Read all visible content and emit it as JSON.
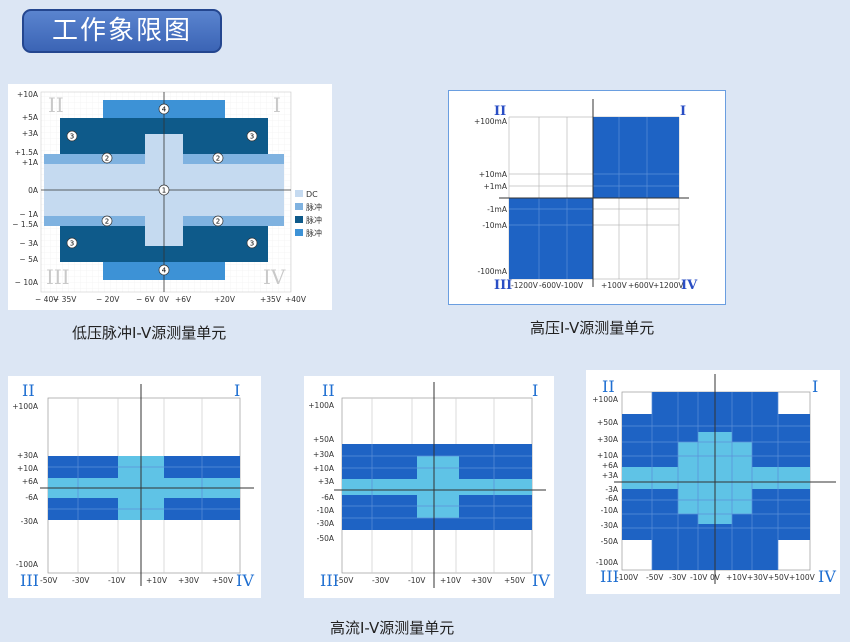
{
  "page_title": "工作象限图",
  "captions": {
    "low_pulse": "低压脉冲I-V源测量单元",
    "high_voltage": "高压I-V源测量单元",
    "high_current": "高流I-V源测量单元"
  },
  "panel_low_pulse": {
    "y_ticks": [
      "+10A",
      "+5A",
      "+3A",
      "+1.5A",
      "+1A",
      "0A",
      "− 1A",
      "− 1.5A",
      "− 3A",
      "− 5A",
      "− 10A"
    ],
    "x_ticks": [
      "− 40V",
      "− 35V",
      "− 20V",
      "− 6V",
      "0V",
      "+6V",
      "+20V",
      "+35V",
      "+40V"
    ],
    "quadrants": [
      "II",
      "I",
      "III",
      "IV"
    ],
    "markers": [
      "1",
      "2",
      "2",
      "2",
      "2",
      "3",
      "3",
      "3",
      "3",
      "4",
      "4"
    ],
    "legend": [
      {
        "label": "DC",
        "color": "#c5daf0"
      },
      {
        "label": "脉冲",
        "color": "#7fb2e0"
      },
      {
        "label": "脉冲",
        "color": "#0e5a8a"
      },
      {
        "label": "脉冲",
        "color": "#3d92d6"
      }
    ]
  },
  "panel_high_voltage": {
    "y_ticks": [
      "+100mA",
      "+10mA",
      "+1mA",
      "-1mA",
      "-10mA",
      "-100mA"
    ],
    "x_ticks": [
      "-1200V",
      "-600V",
      "-100V",
      "+100V",
      "+600V",
      "+1200V"
    ],
    "quadrants": [
      "II",
      "I",
      "III",
      "IV"
    ]
  },
  "panel_hc1": {
    "y_ticks": [
      "+100A",
      "+30A",
      "+10A",
      "+6A",
      "-6A",
      "-30A",
      "-100A"
    ],
    "x_ticks": [
      "-50V",
      "-30V",
      "-10V",
      "+10V",
      "+30V",
      "+50V"
    ],
    "quadrants": [
      "II",
      "I",
      "III",
      "IV"
    ]
  },
  "panel_hc2": {
    "y_ticks": [
      "+100A",
      "+50A",
      "+30A",
      "+10A",
      "+3A",
      "-6A",
      "-10A",
      "-30A",
      "-50A"
    ],
    "x_ticks": [
      "-50V",
      "-30V",
      "-10V",
      "+10V",
      "+30V",
      "+50V"
    ],
    "quadrants": [
      "II",
      "I",
      "III",
      "IV"
    ]
  },
  "panel_hc3": {
    "y_ticks": [
      "+100A",
      "+50A",
      "+30A",
      "+10A",
      "+6A",
      "+3A",
      "-3A",
      "-6A",
      "-10A",
      "-30A",
      "-50A",
      "-100A"
    ],
    "x_ticks": [
      "-100V",
      "-50V",
      "-30V",
      "-10V",
      "0V",
      "+10V",
      "+30V",
      "+50V",
      "+100V"
    ],
    "quadrants": [
      "II",
      "I",
      "III",
      "IV"
    ]
  },
  "colors": {
    "page_bg": "#dce6f4",
    "dark_blue": "#1e63c4",
    "light_cyan": "#5fc3e6",
    "dc_light": "#c5daf0",
    "pulse_dark": "#0e5a8a"
  }
}
